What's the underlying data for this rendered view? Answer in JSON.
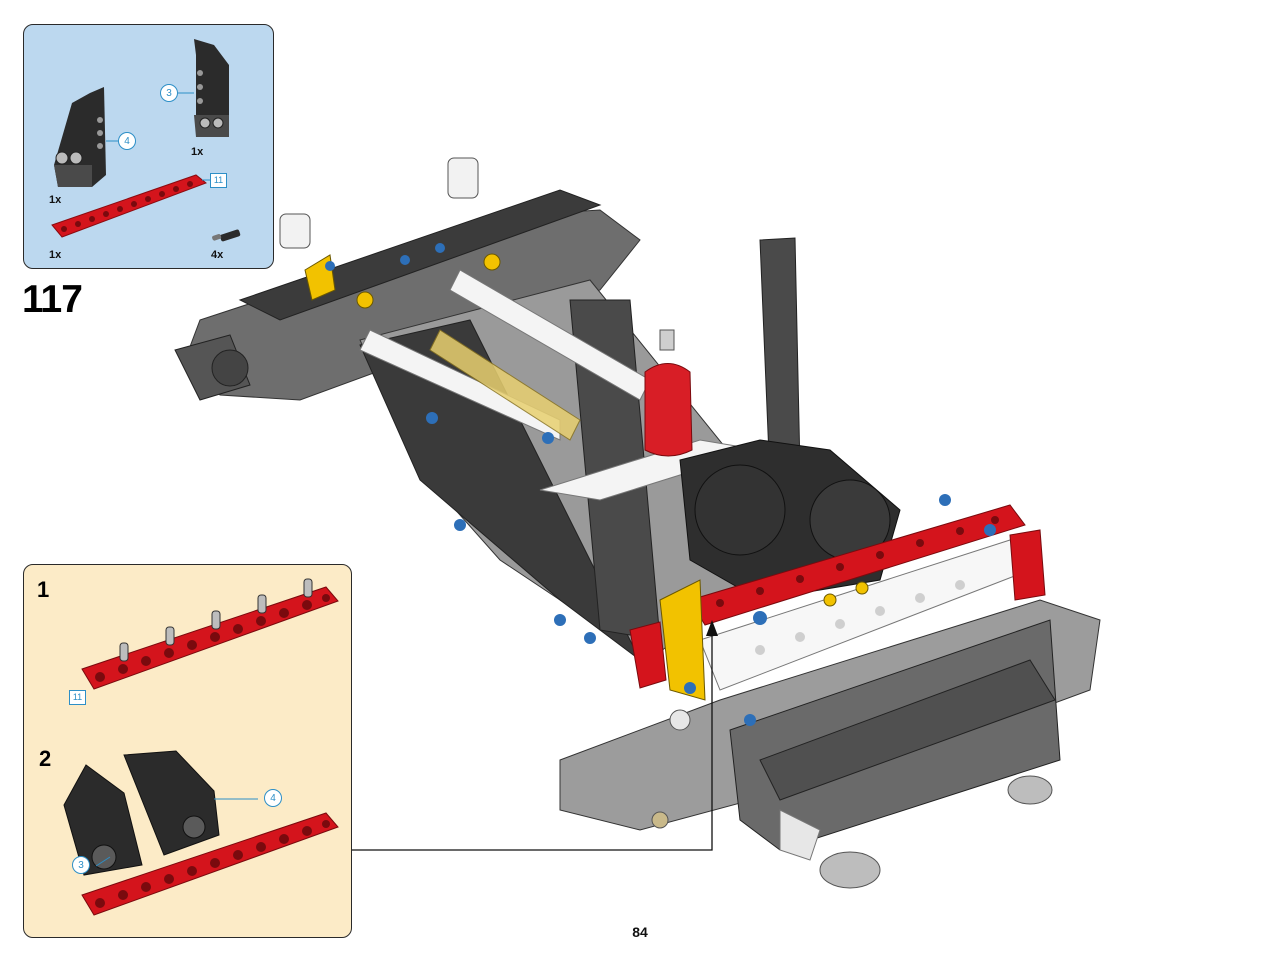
{
  "parts_list": {
    "items": [
      {
        "part": "panel-left",
        "callout": "4",
        "qty": "1x",
        "color": "#2b2b2b"
      },
      {
        "part": "panel-right",
        "callout": "3",
        "qty": "1x",
        "color": "#2b2b2b"
      },
      {
        "part": "beam-11",
        "callout": "11",
        "qty": "1x",
        "color": "#d4141c"
      },
      {
        "part": "axle-pin",
        "callout": "",
        "qty": "4x",
        "color": "#2b2b2b"
      }
    ]
  },
  "step": {
    "number": "117"
  },
  "sub_assembly": {
    "steps": [
      {
        "number": "1",
        "callout": "11"
      },
      {
        "number": "2",
        "callout_a": "4",
        "callout_b": "3"
      }
    ]
  },
  "page": {
    "number": "84"
  },
  "colors": {
    "parts_bg": "#bcd8ef",
    "sub_bg": "#fcebc7",
    "beam_red": "#d4141c",
    "callout_blue": "#2d8fc7",
    "panel_black": "#2b2b2b"
  }
}
